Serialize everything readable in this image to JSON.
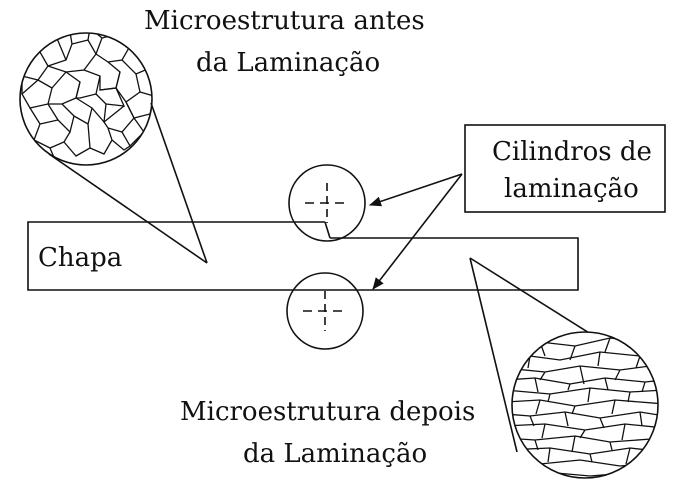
{
  "labels": {
    "before_line1": "Microestrutura antes",
    "before_line2": "da Laminação",
    "rollers_line1": "Cilindros de",
    "rollers_line2": "laminação",
    "plate": "Chapa",
    "after_line1": "Microestrutura depois",
    "after_line2": "da Laminação"
  },
  "icons": {
    "roll_center": "crosshair-dashed",
    "arrow": "arrowhead"
  },
  "colors": {
    "ink": "#111111",
    "background": "#ffffff"
  }
}
